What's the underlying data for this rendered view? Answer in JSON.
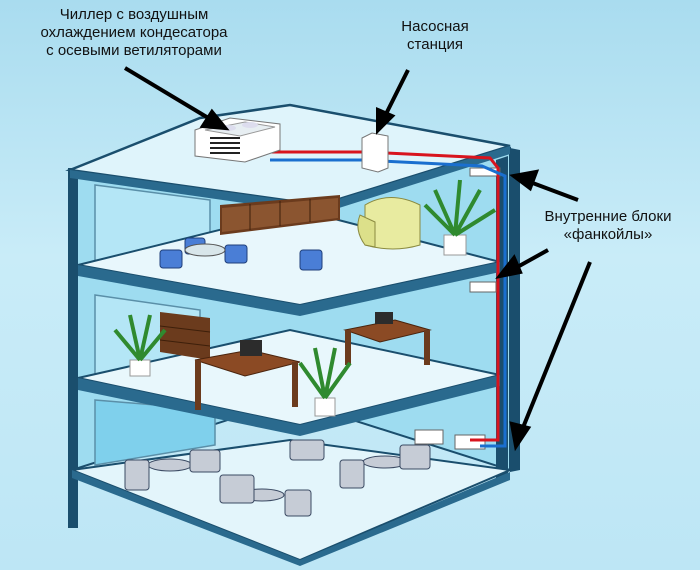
{
  "labels": {
    "chiller": [
      "Чиллер с воздушным",
      "охлаждением кондесатора",
      "с осевыми ветиляторами"
    ],
    "pump": [
      "Насосная",
      "станция"
    ],
    "fancoil": [
      "Внутренние блоки",
      "«фанкойлы»"
    ]
  },
  "colors": {
    "sky": "#bde6f5",
    "wall": "#1a4e6d",
    "glass": "#8fd4ec",
    "slab": "#dff4fb",
    "hot_pipe": "#d8141e",
    "cold_pipe": "#1a6fcf",
    "arrow": "#000000"
  }
}
